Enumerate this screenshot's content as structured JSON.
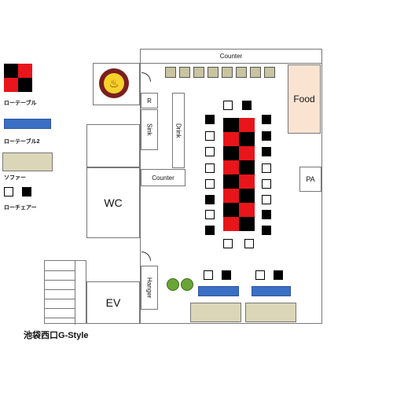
{
  "legend": {
    "low_table": "ローテーブル",
    "low_table_2": "ローテーブル2",
    "sofa": "ソファー",
    "low_chair": "ローチェアー"
  },
  "rooms": {
    "counter_top": "Counter",
    "food": "Food",
    "r": "R",
    "sink": "Sink",
    "drink": "Drink",
    "counter_mid": "Counter",
    "wc": "WC",
    "pa": "PA",
    "hanger": "Hanger",
    "ev": "EV"
  },
  "venue_name": "池袋西口G-Style",
  "colors": {
    "red": "#e8151b",
    "black": "#000000",
    "blue": "#3b6fc4",
    "sofa": "#dcd6b8",
    "food": "#fbe3d2"
  }
}
